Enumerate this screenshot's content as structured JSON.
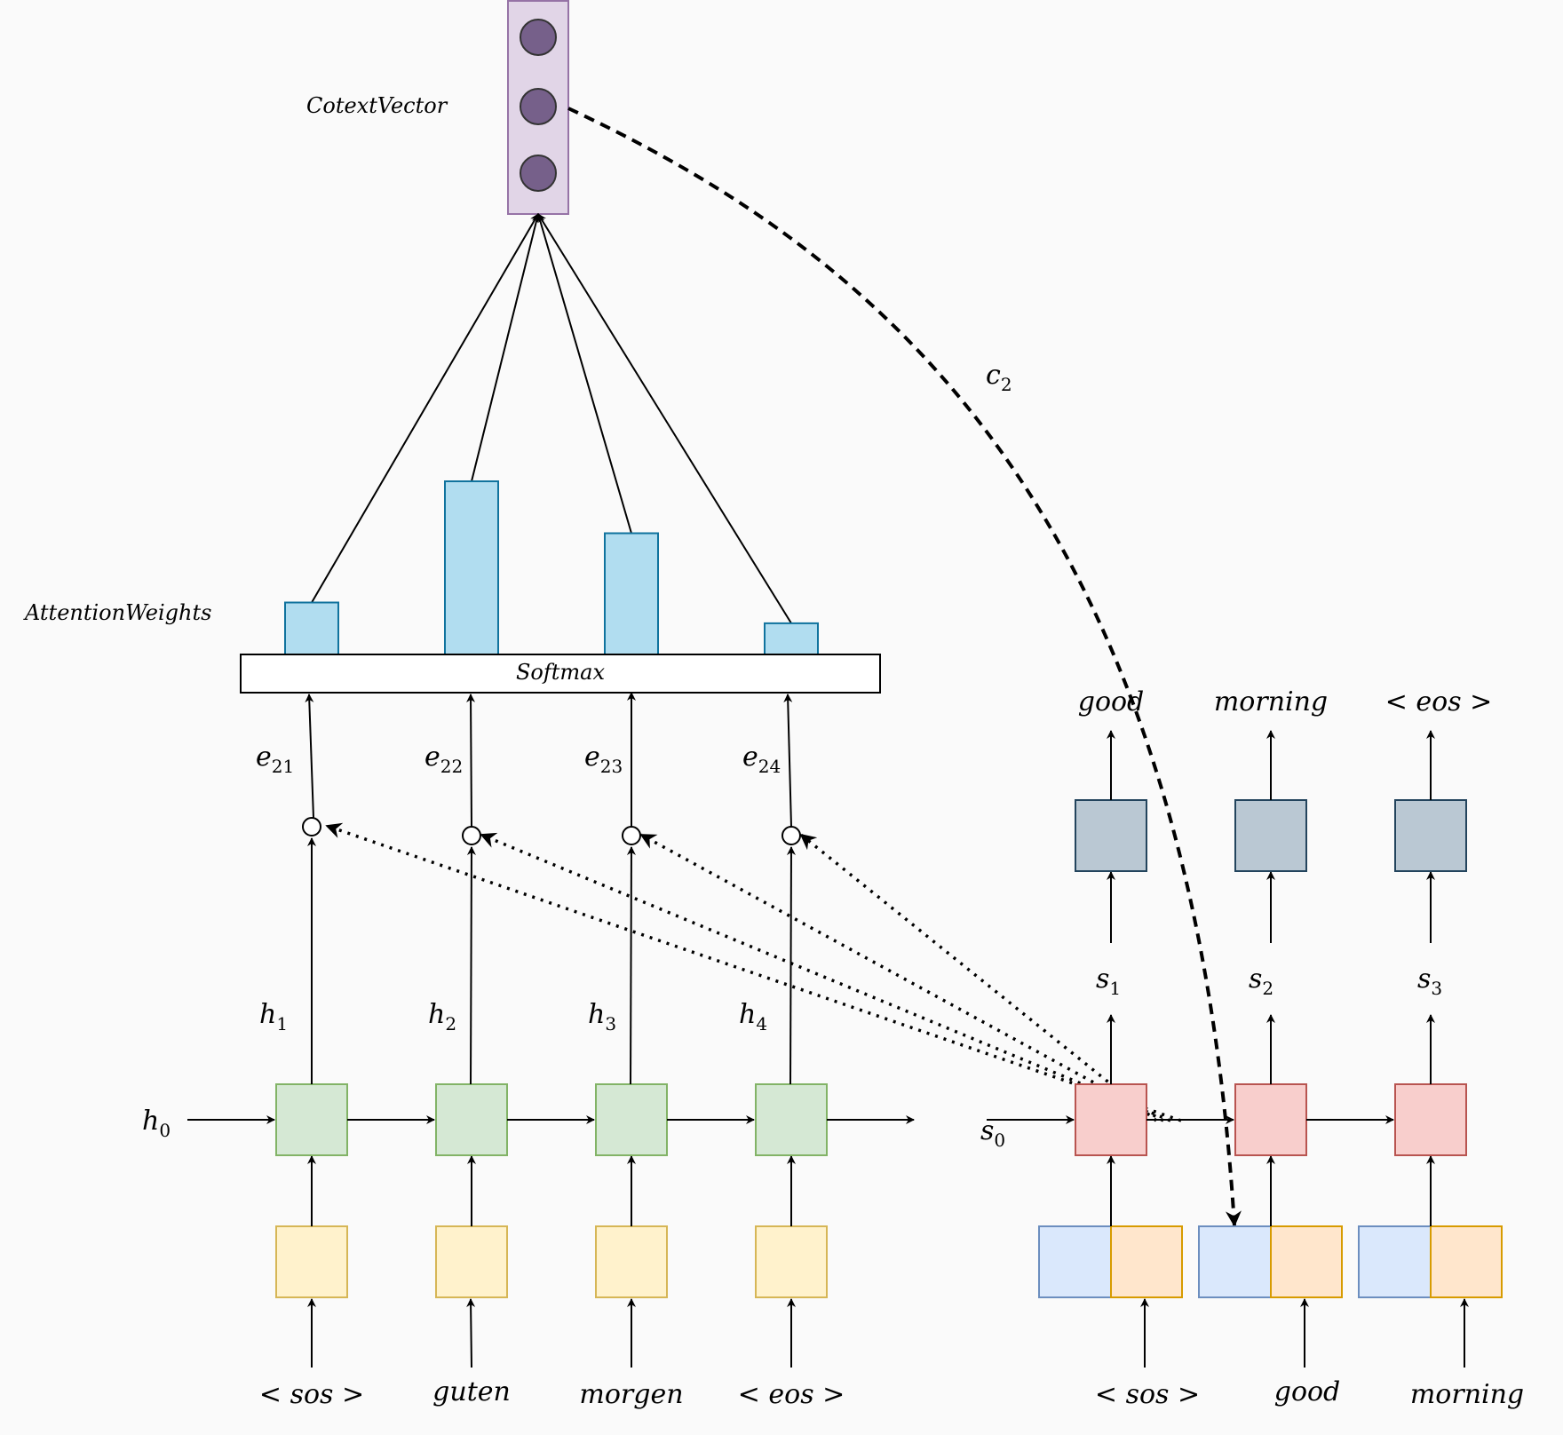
{
  "labels": {
    "context_vector": "CotextVector",
    "attention_weights": "AttentionWeights",
    "softmax": "Softmax",
    "c2": "c",
    "c2_sub": "2",
    "h0": "h",
    "h0_sub": "0",
    "s0": "s",
    "s0_sub": "0"
  },
  "encoder": {
    "inputs": [
      "< sos >",
      "guten",
      "morgen",
      "< eos >"
    ],
    "hidden": [
      {
        "base": "h",
        "sub": "1"
      },
      {
        "base": "h",
        "sub": "2"
      },
      {
        "base": "h",
        "sub": "3"
      },
      {
        "base": "h",
        "sub": "4"
      }
    ],
    "energies": [
      {
        "base": "e",
        "sub": "21"
      },
      {
        "base": "e",
        "sub": "22"
      },
      {
        "base": "e",
        "sub": "23"
      },
      {
        "base": "e",
        "sub": "24"
      }
    ],
    "attention_weights": [
      0.3,
      1.0,
      0.7,
      0.18
    ]
  },
  "decoder": {
    "inputs": [
      "< sos >",
      "good",
      "morning"
    ],
    "states": [
      {
        "base": "s",
        "sub": "1"
      },
      {
        "base": "s",
        "sub": "2"
      },
      {
        "base": "s",
        "sub": "3"
      }
    ],
    "outputs": [
      "good",
      "morning",
      "< eos >"
    ]
  },
  "colors": {
    "encoder_cell_fill": "#d5e8d4",
    "encoder_cell_stroke": "#82b366",
    "embedding_fill": "#fff2cc",
    "embedding_stroke": "#d6b656",
    "decoder_cell_fill": "#f8cecc",
    "decoder_cell_stroke": "#b85450",
    "output_fill": "#bac8d3",
    "output_stroke": "#23445d",
    "context_fill": "#e1d5e7",
    "context_stroke": "#9673a6",
    "context_dot": "#76608a",
    "bar_fill": "#b1ddf0",
    "bar_stroke": "#10739e",
    "dec_embed_blue_fill": "#dae8fc",
    "dec_embed_blue_stroke": "#6c8ebf",
    "dec_embed_orange_fill": "#ffe6cc",
    "dec_embed_orange_stroke": "#d79b00"
  }
}
